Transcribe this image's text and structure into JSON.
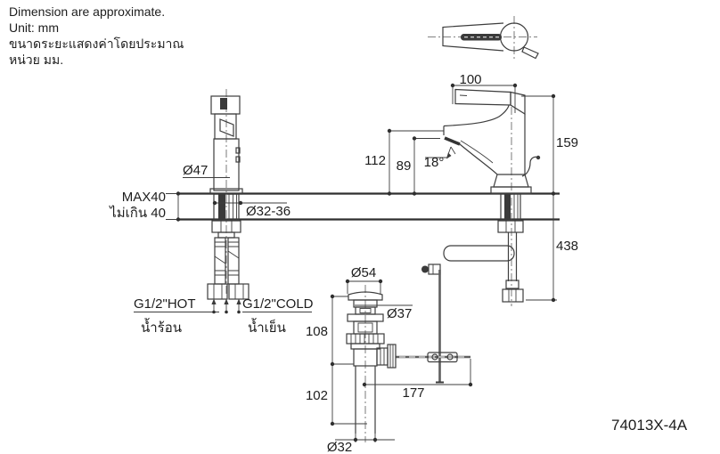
{
  "note": {
    "line1": "Dimension are approximate.",
    "line2": "Unit: mm",
    "line3": "ขนาดระยะแสดงค่าโดยประมาณ",
    "line4": "หน่วย มม."
  },
  "model_number": "74013X-4A",
  "dimensions": {
    "handle_length": "100",
    "spout_height": "112",
    "aerator_height": "89",
    "aerator_angle": "18°",
    "total_height": "159",
    "supply_length": "438",
    "deck_max": "MAX40",
    "deck_max_thai": "ไม่เกิน 40",
    "body_diameter": "Ø47",
    "hole_diameter": "Ø32-36",
    "drain_flange_diameter": "Ø54",
    "drain_body_diameter": "Ø37",
    "drain_upper_height": "108",
    "tailpipe_length": "102",
    "rod_offset": "177",
    "tailpipe_diameter": "Ø32"
  },
  "connections": {
    "hot": "G1/2\"HOT",
    "cold": "G1/2\"COLD",
    "hot_thai": "น้ำร้อน",
    "cold_thai": "น้ำเย็น"
  },
  "colors": {
    "line": "#3d3d3d",
    "text": "#1d1d1d",
    "background": "#ffffff"
  }
}
